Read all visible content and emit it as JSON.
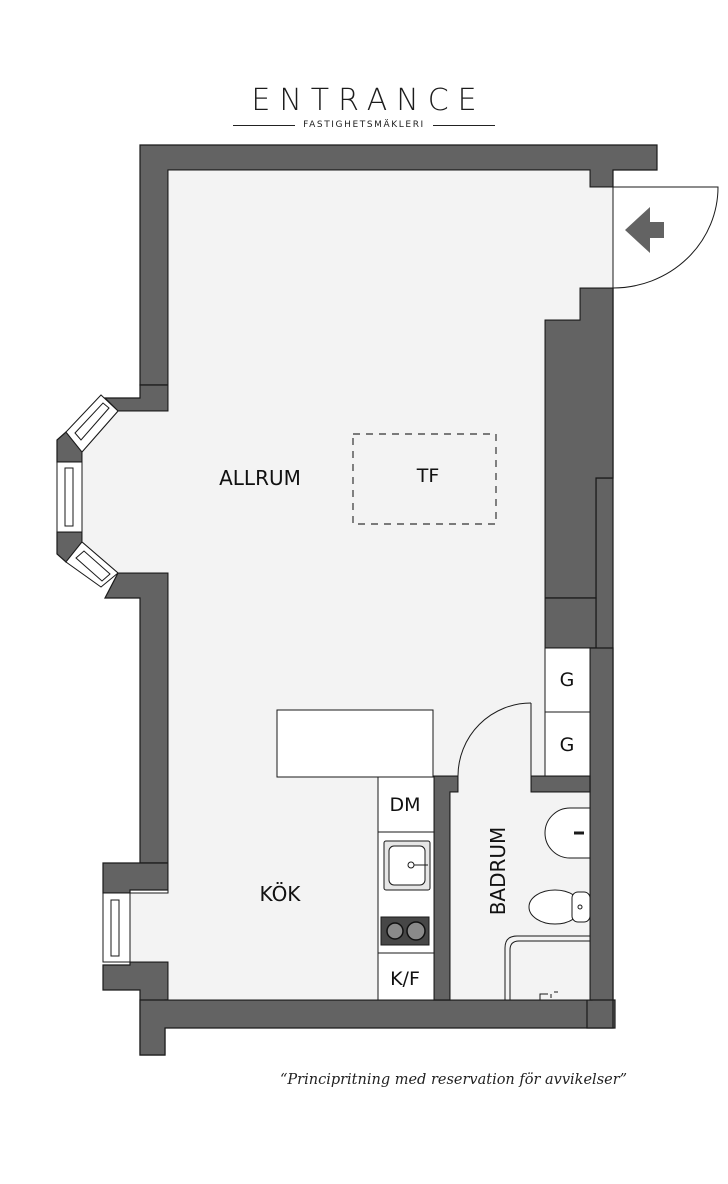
{
  "logo": {
    "title": "ENTRANCE",
    "subtitle": "FASTIGHETSMÄKLERI"
  },
  "rooms": {
    "living": "ALLRUM",
    "kitchen": "KÖK",
    "bathroom": "BADRUM"
  },
  "fixtures": {
    "tf": "TF",
    "wardrobe_1": "G",
    "wardrobe_2": "G",
    "dishwasher": "DM",
    "fridge_freezer": "K/F"
  },
  "entrance_icon": "arrow-left-icon",
  "disclaimer": "“Principritning med reservation för avvikelser”",
  "colors": {
    "wall": "#636363",
    "floor": "#f3f3f3",
    "fixture": "#ffffff",
    "outline": "#1a1a1a"
  }
}
